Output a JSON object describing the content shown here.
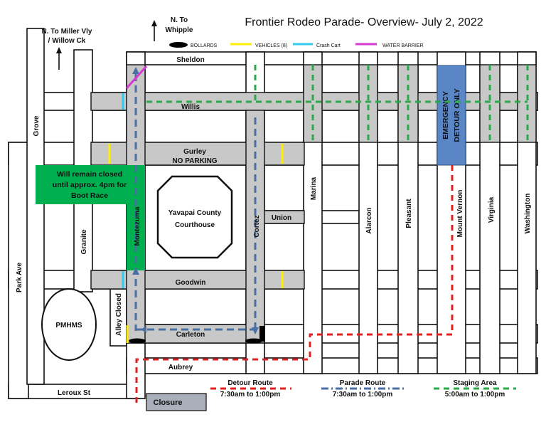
{
  "title": "Frontier Rodeo Parade- Overview- July 2, 2022",
  "colors": {
    "closed_street": "#c8c8c8",
    "green_box": "#00b050",
    "emergency_box": "#5b86c5",
    "detour": "#e02020",
    "parade": "#4a6fa5",
    "staging": "#2aa84a",
    "vehicles": "#ffee00",
    "crash_cart": "#33ccee",
    "water_barrier": "#d23ad2",
    "closure_box": "#aab0bb"
  },
  "directions": {
    "north_miller": [
      "N. To Miller Vly",
      "/ Willow Ck"
    ],
    "north_whipple": [
      "N. To",
      "Whipple"
    ]
  },
  "legend_top": {
    "bollards": "BOLLARDS",
    "vehicles": "VEHICLES (8)",
    "crash_cart": "Crash Cart",
    "water_barrier": "WATER BARRIER"
  },
  "streets": {
    "sheldon": "Sheldon",
    "willis": "Willis",
    "gurley": "Gurley",
    "no_parking": "NO PARKING",
    "goodwin": "Goodwin",
    "carleton": "Carleton",
    "aubrey": "Aubrey",
    "leroux": "Leroux St",
    "union": "Union",
    "grove": "Grove",
    "park_ave": "Park Ave",
    "granite": "Granite",
    "montezuma": "Montezuma",
    "cortez": "Cortez",
    "marina": "Marina",
    "alarcon": "Alarcon",
    "pleasant": "Pleasant",
    "mount_vernon": "Mount Vernon",
    "virginia": "Virginia",
    "washington": "Washington",
    "alley_closed": "Alley Closed"
  },
  "places": {
    "courthouse": [
      "Yavapai County",
      "Courthouse"
    ],
    "pmhms": "PMHMS",
    "closure": "Closure",
    "boot_race": [
      "Will remain closed",
      "until approx. 4pm for",
      "Boot Race"
    ],
    "emergency": [
      "EMERGENCY",
      "DETOUR ONLY"
    ]
  },
  "legend_bottom": {
    "detour": {
      "label": "Detour Route",
      "time": "7:30am to 1:00pm"
    },
    "parade": {
      "label": "Parade Route",
      "time": "7:30am to 1:00pm"
    },
    "staging": {
      "label": "Staging Area",
      "time": "5:00am to 1:00pm"
    }
  }
}
